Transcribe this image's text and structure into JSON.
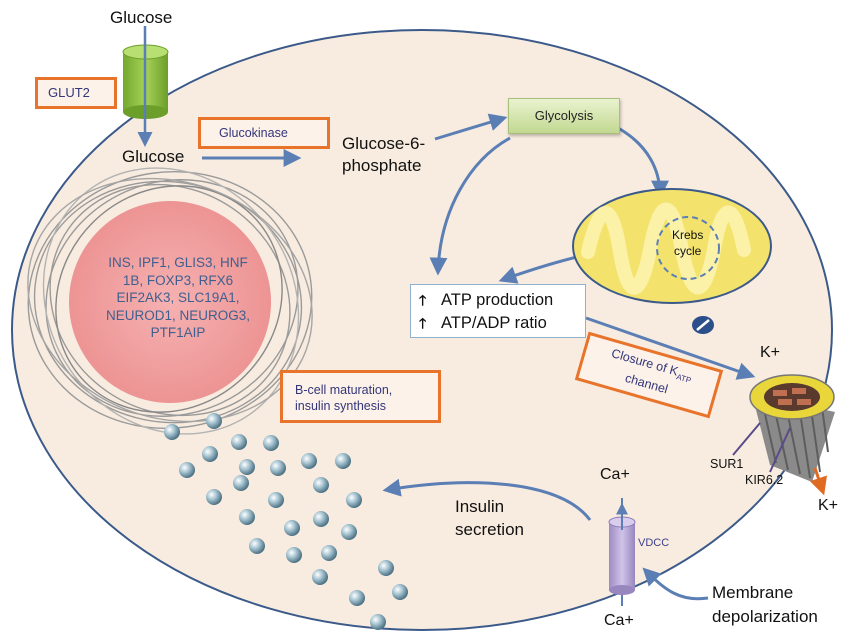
{
  "labels": {
    "glucose_top": "Glucose",
    "glut2": "GLUT2",
    "glucose_inside": "Glucose",
    "glucokinase": "Glucokinase",
    "g6p_line1": "Glucose-6-",
    "g6p_line2": "phosphate",
    "glycolysis": "Glycolysis",
    "krebs_line1": "Krebs",
    "krebs_line2": "cycle",
    "atp_production": "ATP production",
    "atp_adp_ratio": "ATP/ADP ratio",
    "atp_arrow": "🡑",
    "nucleus_genes": "INS, IPF1, GLIS3, HNF\n1B, FOXP3, RFX6\nEIF2AK3, SLC19A1,\nNEUROD1, NEUROG3,\nPTF1AIP",
    "maturation_line1": "B-cell maturation,",
    "maturation_line2": "insulin synthesis",
    "katp_line1": "Closure of K",
    "katp_sub": "ATP",
    "katp_line2": "channel",
    "k_plus_top": "K+",
    "k_plus_out": "K+",
    "sur1": "SUR1",
    "kir62": "KIR6.2",
    "ca_top": "Ca+",
    "ca_bottom": "Ca+",
    "vdcc": "VDCC",
    "insulin_line1": "Insulin",
    "insulin_line2": "secretion",
    "membrane_line1": "Membrane",
    "membrane_line2": "depolarization"
  },
  "colors": {
    "cell": "#f8ece0",
    "cell_border": "#3b5a8a",
    "arrow": "#5b7fb5",
    "box_border": "#e8732a",
    "nucleus": "#f0a0a0",
    "glut2_cylinder": "#8cbf3f",
    "vdcc_cylinder": "#b9a7d6",
    "mitochondrion": "#f3e36d",
    "granule": "#8fb3c2"
  }
}
